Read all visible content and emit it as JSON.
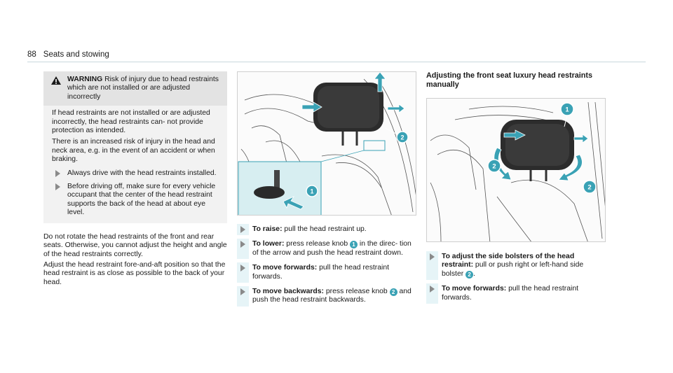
{
  "header": {
    "page_number": "88",
    "section": "Seats and stowing"
  },
  "warning": {
    "label": "WARNING",
    "title": "Risk of injury due to head restraints which are not installed or are adjusted incorrectly",
    "paragraphs": [
      "If head restraints are not installed or are adjusted incorrectly, the head restraints can- not provide protection as intended.",
      "There is an increased risk of injury in the head and neck area, e.g. in the event of an accident or when braking."
    ],
    "bullets": [
      "Always drive with the head restraints installed.",
      "Before driving off, make sure for every vehicle occupant that the center of the head restraint supports the back of the head at about eye level."
    ]
  },
  "intro": [
    "Do not rotate the head restraints of the front and rear seats. Otherwise, you cannot adjust the height and angle of the head restraints correctly.",
    "Adjust the head restraint fore-and-aft position so that the head restraint is as close as possible to the back of your head."
  ],
  "steps_mid": [
    {
      "label": "To raise:",
      "text": " pull the head restraint up."
    },
    {
      "label": "To lower:",
      "pre": " press release knob ",
      "knob": "1",
      "post": " in the direc- tion of the arrow and push the head restraint down."
    },
    {
      "label": "To move forwards:",
      "text": " pull the head restraint forwards."
    },
    {
      "label": "To move backwards:",
      "pre": " press release knob ",
      "knob": "2",
      "post": " and push the head restraint backwards."
    }
  ],
  "section_title": "Adjusting the front seat luxury head restraints manually",
  "steps_right": [
    {
      "label": "To adjust the side bolsters of the head restraint:",
      "pre": " pull or push right or left-hand side bolster ",
      "knob": "2",
      "post": "."
    },
    {
      "label": "To move forwards:",
      "text": " pull the head restraint forwards."
    }
  ],
  "figures": {
    "fig1_callouts": [
      "1",
      "2"
    ],
    "fig2_callouts": [
      "1",
      "2",
      "2"
    ]
  },
  "colors": {
    "accent": "#3aa2b5",
    "callout": "#3aa2b5",
    "inset_bg": "#d7eef1"
  }
}
